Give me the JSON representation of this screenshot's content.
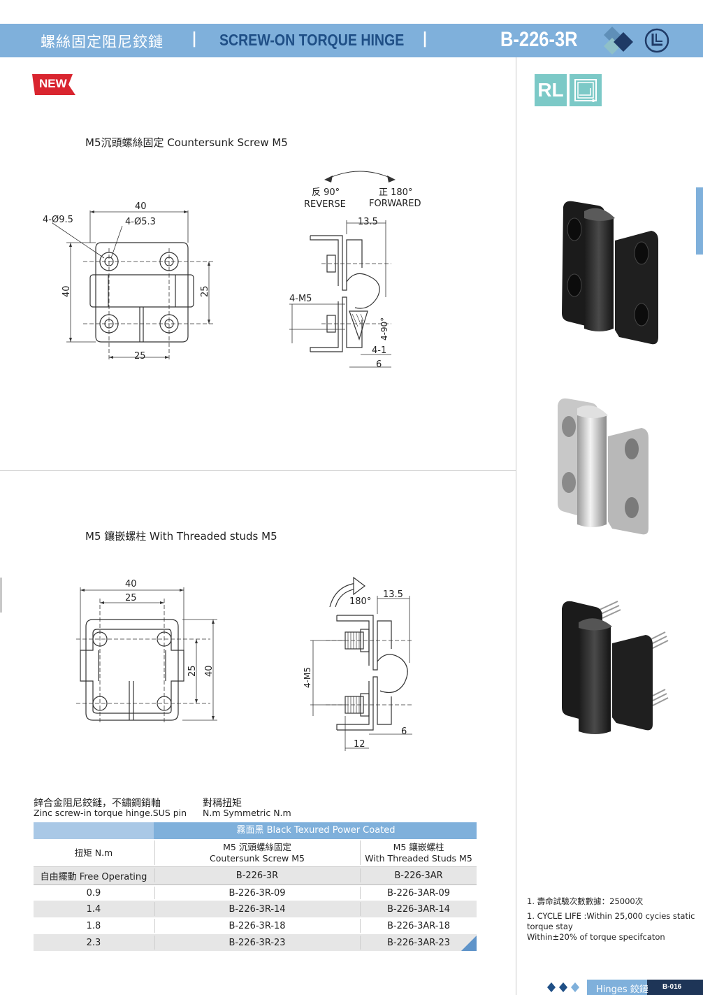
{
  "header": {
    "title_cn": "螺絲固定阻尼鉸鏈",
    "separator": "|",
    "title_en": "SCREW-ON TORQUE HINGE",
    "model_code": "B-226-3R"
  },
  "badges": {
    "new": "NEW",
    "rl": "RL"
  },
  "colors": {
    "header_blue": "#7fb0db",
    "navy": "#1f4f86",
    "new_red": "#d9252f",
    "teal": "#7cc9c7"
  },
  "section1": {
    "title": "M5沉頭螺絲固定 Countersunk Screw M5",
    "dims": {
      "width_40": "40",
      "hole_large": "4-Ø9.5",
      "hole_small": "4-Ø5.3",
      "height_40": "40",
      "pitch_25v": "25",
      "pitch_25h": "25"
    },
    "rotation": {
      "reverse_cn": "反 90°",
      "reverse_en": "REVERSE",
      "forward_cn": "正 180°",
      "forward_en": "FORWARED"
    },
    "side": {
      "dim_13_5": "13.5",
      "thread": "4-M5",
      "angle": "4-90°",
      "dim_4_1": "4-1",
      "dim_6": "6"
    }
  },
  "section2": {
    "title": "M5 鑲嵌螺柱 With Threaded studs M5",
    "dims": {
      "width_40": "40",
      "width_25": "25",
      "pitch_25v": "25",
      "height_40": "40"
    },
    "side": {
      "rotation": "180°",
      "dim_13_5": "13.5",
      "thread": "4-M5",
      "dim_6": "6",
      "dim_12": "12"
    }
  },
  "spec": {
    "material_cn": "鋅合金阻尼鉸鏈，不鏽鋼銷軸",
    "material_en": "Zinc screw-in torque hinge.SUS pin",
    "symmetric_cn": "對稱扭矩",
    "symmetric_en": "N.m Symmetric N.m"
  },
  "table": {
    "coating": "霧面黑 Black Texured Power Coated",
    "col1_header": "扭矩 N.m",
    "col2_header_cn": "M5 沉頭螺絲固定",
    "col2_header_en": "Coutersunk Screw M5",
    "col3_header_cn": "M5 鑲嵌螺柱",
    "col3_header_en": "With Threaded Studs M5",
    "rows": [
      {
        "torque": "自由擺動 Free Operating",
        "screw": "B-226-3R",
        "studs": "B-226-3AR"
      },
      {
        "torque": "0.9",
        "screw": "B-226-3R-09",
        "studs": "B-226-3AR-09"
      },
      {
        "torque": "1.4",
        "screw": "B-226-3R-14",
        "studs": "B-226-3AR-14"
      },
      {
        "torque": "1.8",
        "screw": "B-226-3R-18",
        "studs": "B-226-3AR-18"
      },
      {
        "torque": "2.3",
        "screw": "B-226-3R-23",
        "studs": "B-226-3AR-23"
      }
    ]
  },
  "notes": {
    "line1": "1. 壽命試驗次數數據：25000次",
    "line2": "1. CYCLE LIFE :Within 25,000 cycies static",
    "line3": "torque stay",
    "line4": "Within±20% of torque specifcaton"
  },
  "footer": {
    "label": "Hinges 鉸鏈",
    "page": "B-016"
  }
}
